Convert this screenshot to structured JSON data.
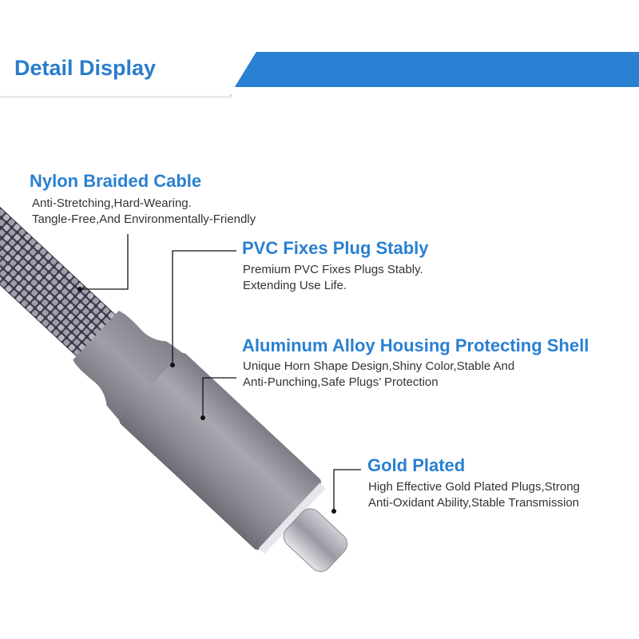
{
  "header": {
    "title": "Detail Display",
    "accent_color": "#2a80d2"
  },
  "features": [
    {
      "title": "Nylon Braided Cable",
      "lines": [
        "Anti-Stretching,Hard-Wearing.",
        "Tangle-Free,And Environmentally-Friendly"
      ]
    },
    {
      "title": "PVC Fixes Plug Stably",
      "lines": [
        "Premium PVC Fixes Plugs Stably.",
        "Extending Use Life."
      ]
    },
    {
      "title": "Aluminum Alloy Housing Protecting Shell",
      "lines": [
        "Unique Horn Shape Design,Shiny Color,Stable And",
        "Anti-Punching,Safe Plugs’ Protection"
      ]
    },
    {
      "title": "Gold Plated",
      "lines": [
        "High Effective Gold Plated Plugs,Strong",
        "Anti-Oxidant Ability,Stable Transmission"
      ]
    }
  ]
}
